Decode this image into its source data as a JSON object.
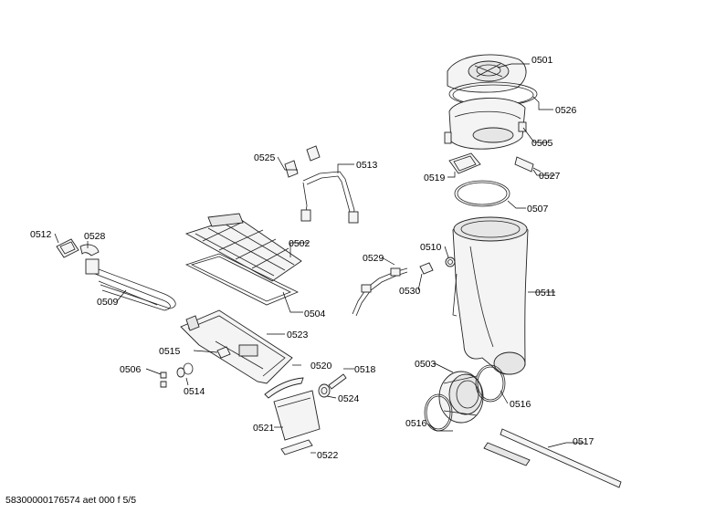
{
  "footer": "58300000176574 aet 000 f 5/5",
  "labels": {
    "p0501": "0501",
    "p0526": "0526",
    "p0505": "0505",
    "p0519": "0519",
    "p0527": "0527",
    "p0507": "0507",
    "p0525": "0525",
    "p0513": "0513",
    "p0512": "0512",
    "p0528": "0528",
    "p0502": "0502",
    "p0529": "0529",
    "p0510": "0510",
    "p0509": "0509",
    "p0504": "0504",
    "p0530": "0530",
    "p0511": "0511",
    "p0523": "0523",
    "p0515": "0515",
    "p0506": "0506",
    "p0520": "0520",
    "p0518": "0518",
    "p0514": "0514",
    "p0524": "0524",
    "p0503": "0503",
    "p0516a": "0516",
    "p0516b": "0516",
    "p0521": "0521",
    "p0517": "0517",
    "p0522": "0522"
  }
}
